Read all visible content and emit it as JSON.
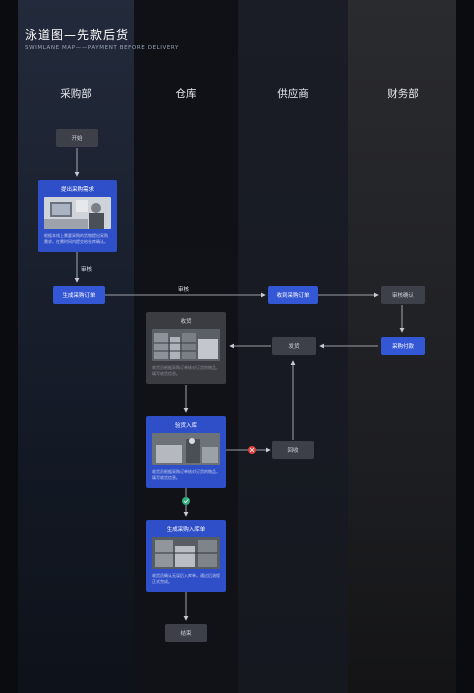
{
  "header": {
    "title": "泳道图—先款后货",
    "subtitle": "SWIMLANE MAP——PAYMENT BEFORE DELIVERY"
  },
  "lanes": [
    "采购部",
    "仓库",
    "供应商",
    "财务部"
  ],
  "nodes": {
    "start": "开始",
    "request": {
      "title": "提出采购需求",
      "desc": "根据本线上需要采购的货物提出采购需求，在需时间内提交给仓库确认。"
    },
    "po": "生成采购订单",
    "receive_po": "收到采购订单",
    "audit_confirm": "审核确认",
    "payment": "采购付款",
    "ship": "发货",
    "receiving": {
      "title": "收货",
      "desc": "收货员根据采购订单核对订货的物品，填写收货信息。"
    },
    "inspect": {
      "title": "验货入库",
      "desc": "收货员根据采购订单核对订货的物品，填写收货信息。"
    },
    "return": "回收",
    "gen_receipt": {
      "title": "生成采购入库单",
      "desc": "收货员确认无误后入库单，通过后流程正式完成。"
    },
    "end": "结束"
  },
  "edge_labels": {
    "audit_1": "审核",
    "audit_2": "审核"
  },
  "colors": {
    "accent_blue": "#3457d5",
    "node_gray": "#3d4048",
    "reject_red": "#e0413b",
    "approve_green": "#2fae7e"
  }
}
